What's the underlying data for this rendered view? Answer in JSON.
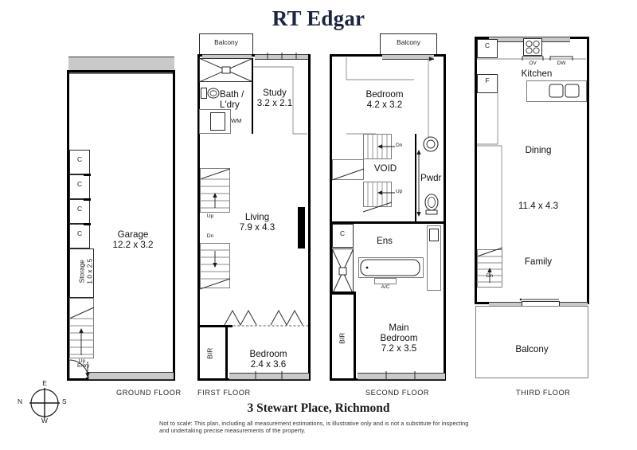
{
  "brand": "RT Edgar",
  "address": "3 Stewart Place, Richmond",
  "disclaimer": "Not to scale: This plan, including all measurement estimations, is illustrative only and is not a substitute for inspecting and undertaking precise measurements of the property.",
  "compass": {
    "top": "E",
    "left": "N",
    "right": "S",
    "bottom": "W"
  },
  "floors": [
    {
      "id": "ground",
      "caption": "GROUND FLOOR",
      "rooms": [
        {
          "name": "Garage",
          "dimensions": "12.2 x 3.2"
        },
        {
          "name": "Storage",
          "dimensions": "1.0 x 2.5"
        }
      ],
      "closets": [
        "C",
        "C",
        "C",
        "C"
      ],
      "markers": [
        "Up",
        "Entry"
      ]
    },
    {
      "id": "first",
      "caption": "FIRST FLOOR",
      "rooms": [
        {
          "name": "Balcony",
          "dimensions": ""
        },
        {
          "name": "Bath /",
          "name2": "L'dry",
          "dimensions": ""
        },
        {
          "name": "Study",
          "dimensions": "3.2 x 2.1"
        },
        {
          "name": "Living",
          "dimensions": "7.9 x 4.3"
        },
        {
          "name": "Bedroom",
          "dimensions": "2.4 x 3.6"
        }
      ],
      "appliances": [
        "WM"
      ],
      "storage": [
        "BIR"
      ],
      "markers": [
        "Up",
        "Dn"
      ]
    },
    {
      "id": "second",
      "caption": "SECOND FLOOR",
      "rooms": [
        {
          "name": "Balcony",
          "dimensions": ""
        },
        {
          "name": "Bedroom",
          "dimensions": "4.2 x 3.2"
        },
        {
          "name": "VOID",
          "dimensions": ""
        },
        {
          "name": "Pwdr",
          "dimensions": ""
        },
        {
          "name": "Ens",
          "dimensions": ""
        },
        {
          "name": "Main",
          "name2": "Bedroom",
          "dimensions": "7.2 x 3.5"
        }
      ],
      "closets": [
        "C"
      ],
      "storage": [
        "BIR"
      ],
      "appliances": [
        "A/C"
      ],
      "markers": [
        "Dn",
        "Up"
      ]
    },
    {
      "id": "third",
      "caption": "THIRD FLOOR",
      "rooms": [
        {
          "name": "Kitchen",
          "dimensions": ""
        },
        {
          "name": "Dining",
          "dimensions": "11.4 x 4.3"
        },
        {
          "name": "Family",
          "dimensions": ""
        },
        {
          "name": "Balcony",
          "dimensions": ""
        }
      ],
      "closets": [
        "C",
        "F"
      ],
      "appliances": [
        "OV",
        "DW"
      ],
      "markers": [
        "Dn"
      ]
    }
  ],
  "colors": {
    "brand_navy": "#1c2540",
    "wall": "#000000",
    "glazing": "#c9c9c9",
    "text": "#1a1a1a"
  }
}
